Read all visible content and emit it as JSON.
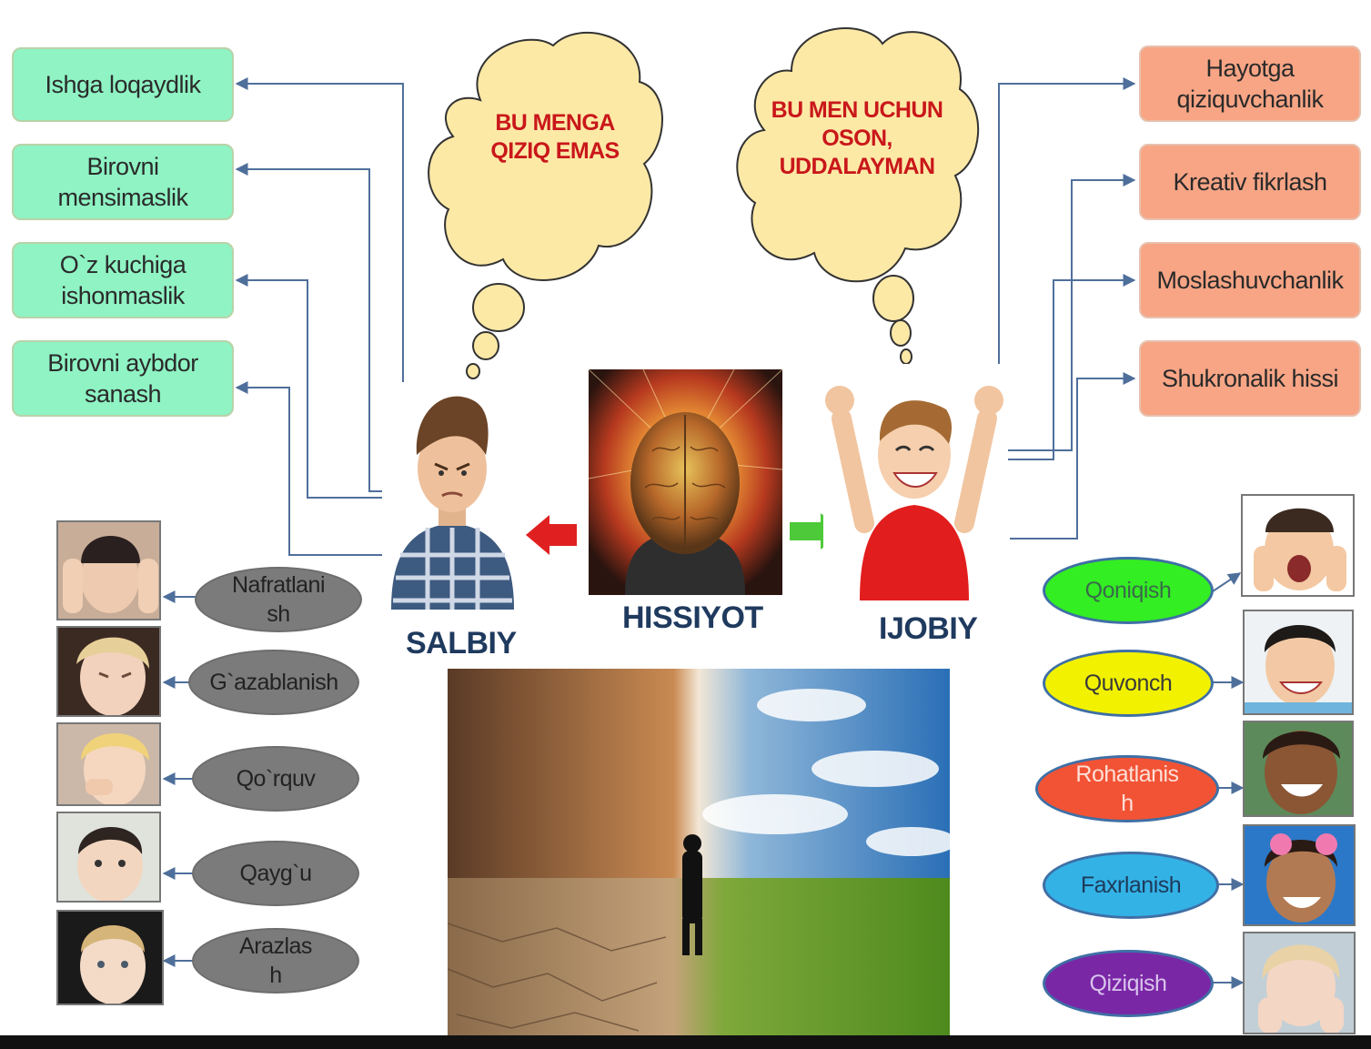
{
  "center": {
    "title": "HISSIYOT"
  },
  "negative": {
    "title": "SALBIY",
    "thought": "BU MENGA QIZIQ EMAS",
    "traits": [
      "Ishga loqaydlik",
      "Birovni mensimaslik",
      "O`z kuchiga ishonmaslik",
      "Birovni aybdor sanash"
    ],
    "emotions": [
      "Nafratlanish",
      "G`azablanish",
      "Qo`rquv",
      "Qayg`u",
      "Arazlash"
    ]
  },
  "positive": {
    "title": "IJOBIY",
    "thought": "BU MEN UCHUN OSON, UDDALAYMAN",
    "traits": [
      "Hayotga qiziquvchanlik",
      "Kreativ fikrlash",
      "Moslashuvchanlik",
      "Shukronalik hissi"
    ],
    "emotions": [
      "Qoniqish",
      "Quvonch",
      "Rohatlanish",
      "Faxrlanish",
      "Qiziqish"
    ]
  },
  "colors": {
    "negative_box": "#8ff3c4",
    "positive_box": "#f7a585",
    "cloud": "#fde9a6",
    "connector": "#4f6f9b",
    "arrow_left": "#e02020",
    "arrow_right": "#4ec93a",
    "emotion_negative": "#7b7b7b",
    "emotion_positive": [
      "#33ee22",
      "#f2f200",
      "#f25335",
      "#33b2e6",
      "#7a27a6"
    ]
  }
}
